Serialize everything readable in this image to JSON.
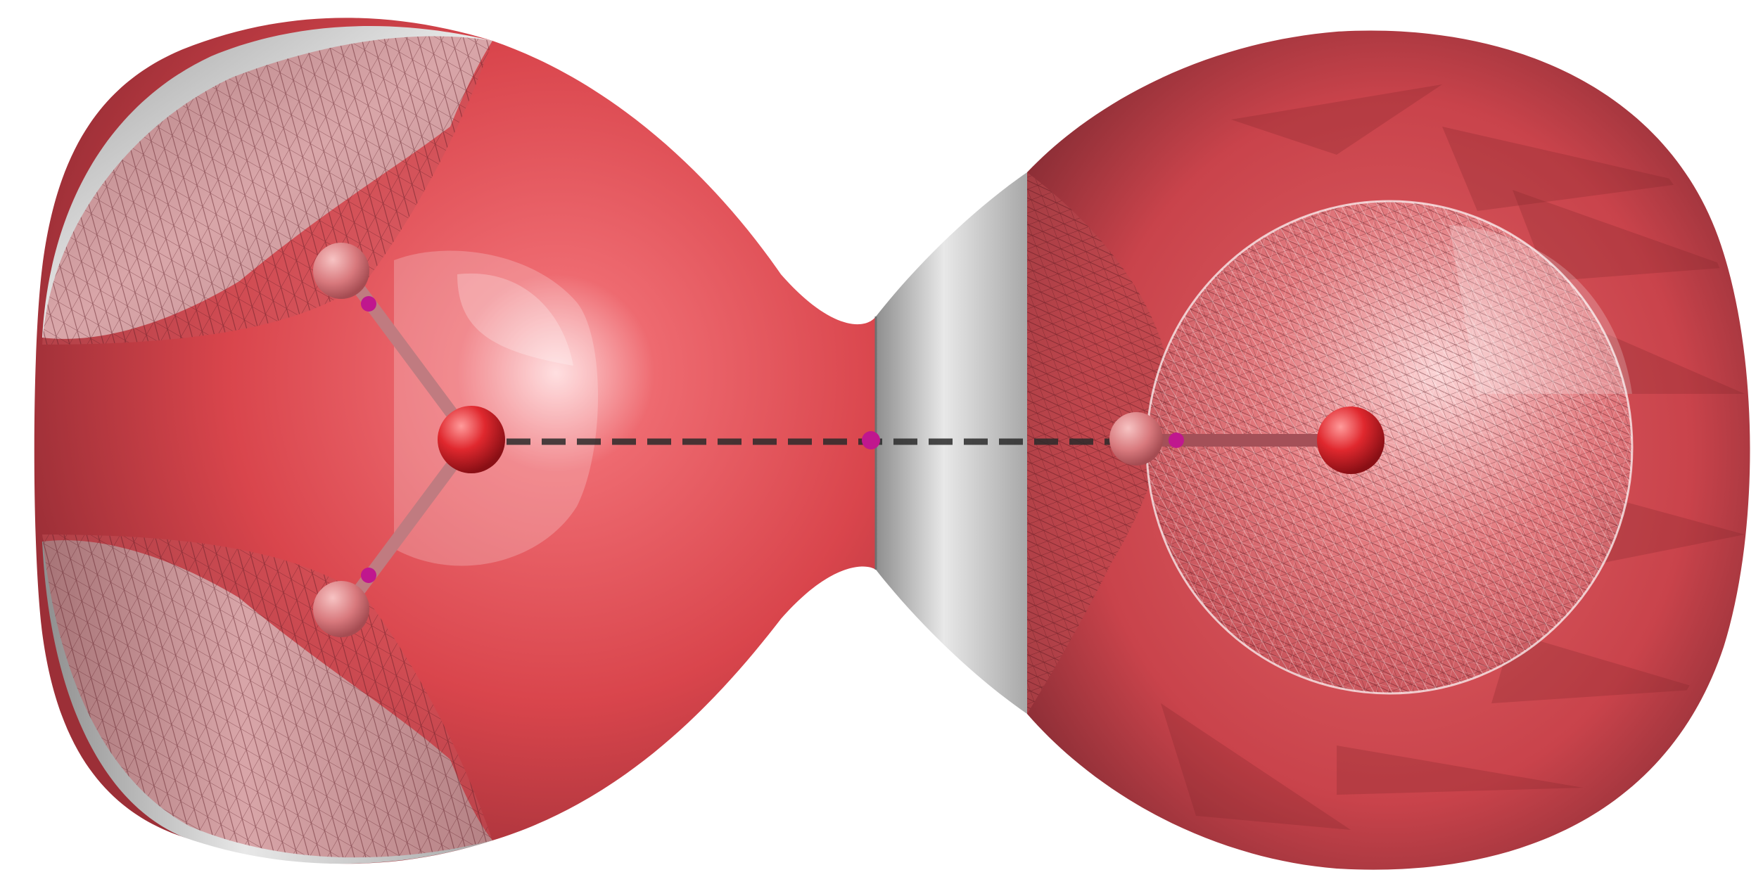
{
  "scene": {
    "background": "#ffffff",
    "colors": {
      "surface_red": "#d9494f",
      "surface_red_dark": "#8e2f36",
      "surface_red_light": "#f08a8e",
      "surface_grey": "#cfcfcf",
      "surface_grey_dark": "#8d8d8d",
      "mesh_line": "#5a1a22",
      "atom_red": "#e0282e",
      "atom_pink": "#e89495",
      "bond": "#c07b80",
      "critical_point": "#c0178e",
      "hydrogen_bond_dash": "#2a2a2a"
    },
    "objects": [
      "left-isosurface-lobe",
      "right-isosurface-lobe",
      "neck-grey-surface",
      "wireframe-lobes",
      "water-molecule-left",
      "diatomic-right",
      "hydrogen-bond-dashed-line",
      "bond-critical-points"
    ]
  }
}
